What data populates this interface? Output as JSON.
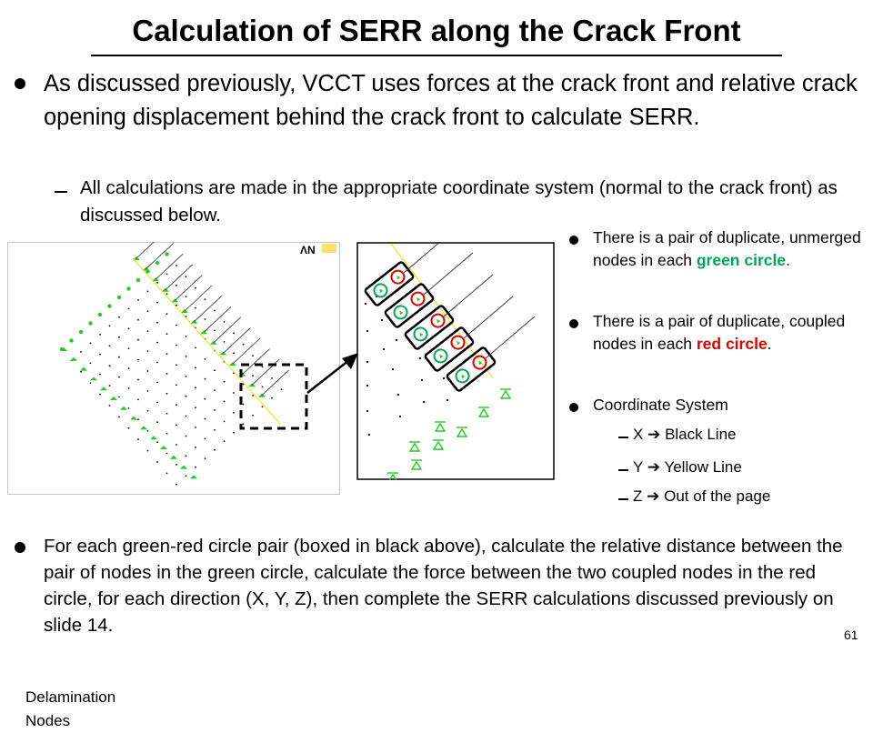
{
  "title": "Calculation of SERR along the Crack Front",
  "bullet_1": "As discussed previously, VCCT uses forces at the crack front and relative crack opening displacement behind the crack front to calculate SERR.",
  "bullet_1_sub": "All calculations are made in the appropriate coordinate system (normal to the crack front) as discussed below.",
  "figure_label": [
    "Delamination",
    "Nodes"
  ],
  "figure_logo": "ΛN",
  "right_bullets": {
    "b1_pre": "There is a pair of duplicate, unmerged nodes in each ",
    "b1_hl": "green circle",
    "b1_post": ".",
    "b2_pre": "There is a pair of duplicate, coupled nodes in each ",
    "b2_hl": "red circle",
    "b2_post": ".",
    "b3": "Coordinate System",
    "sub": [
      {
        "axis": "X",
        "arrow": "➔",
        "desc": "Black Line"
      },
      {
        "axis": "Y",
        "arrow": "➔",
        "desc": "Yellow Line"
      },
      {
        "axis": "Z",
        "arrow": "➔",
        "desc": "Out of the page"
      }
    ]
  },
  "bottom_bullet": "For each green-red circle pair (boxed in black above), calculate the relative distance between the pair of nodes in the green circle, calculate the force between the two coupled nodes in the red circle, for each direction (X, Y, Z), then complete the SERR calculations discussed previously on slide 14.",
  "slide_number": "61",
  "colors": {
    "green": "#00a651",
    "red": "#e00000",
    "mesh_green": "#22cc22",
    "yellow": "#e6e600"
  }
}
